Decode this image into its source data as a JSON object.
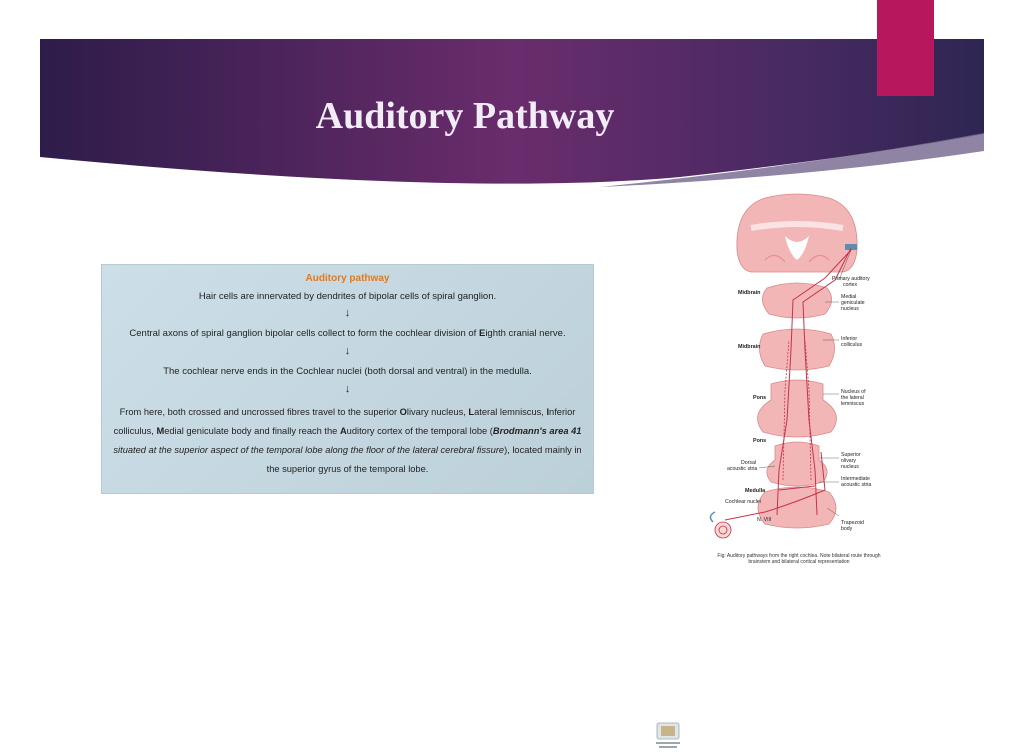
{
  "slide": {
    "title": "Auditory Pathway",
    "colors": {
      "banner_dark": "#2d1c4a",
      "banner_mid": "#6a2c6c",
      "accent": "#b7175c"
    }
  },
  "pathway_card": {
    "heading": "Auditory pathway",
    "step1": "Hair cells are innervated by dendrites of bipolar cells of spiral ganglion.",
    "arrow": "↓",
    "step2_pre": "Central axons of spiral ganglion bipolar cells collect to form the cochlear division of ",
    "step2_letter": "E",
    "step2_post": "ighth cranial nerve.",
    "step3": "The cochlear nerve ends in the Cochlear nuclei (both dorsal and ventral) in the medulla.",
    "step4": {
      "a": "From here, both crossed and uncrossed fibres travel to the superior ",
      "O": "O",
      "b": "livary nucleus, ",
      "L": "L",
      "c": "ateral lemniscus, ",
      "I": "I",
      "d": "nferior colliculus, ",
      "M": "M",
      "e": "edial geniculate body and finally reach the ",
      "A": "A",
      "f": "uditory cortex of the temporal lobe (",
      "g": "Brodmann's area 41",
      "h": " situated at the superior aspect of the temporal lobe along the floor of the lateral cerebral fissure",
      "i": "), located mainly in the superior gyrus of the temporal lobe."
    }
  },
  "diagram": {
    "labels": {
      "primary_cortex": [
        "Primary auditory",
        "cortex"
      ],
      "midbrain_1": "Midbrain",
      "medial_geniculate": [
        "Medial",
        "geniculate",
        "nucleus"
      ],
      "inferior_colliculus": [
        "Inferior",
        "colliculus"
      ],
      "midbrain_2": "Midbrain",
      "lateral_lemniscus": [
        "Nucleus of",
        "the lateral",
        "lemniscus"
      ],
      "pons_1": "Pons",
      "pons_2": "Pons",
      "superior_olivary": [
        "Superior",
        "olivary",
        "nucleus"
      ],
      "dorsal_stria": [
        "Dorsal",
        "acoustic stria"
      ],
      "intermediate_stria": [
        "Intermediate",
        "acoustic stria"
      ],
      "medulla": "Medulla",
      "cochlear_nuclei": "Cochlear nuclei",
      "n_viii": "N. VIII",
      "trapezoid": [
        "Trapezoid",
        "body"
      ]
    },
    "caption": "Fig: Auditory pathways from the right cochlea. Note bilateral route through brainstem and bilateral cortical representation"
  }
}
